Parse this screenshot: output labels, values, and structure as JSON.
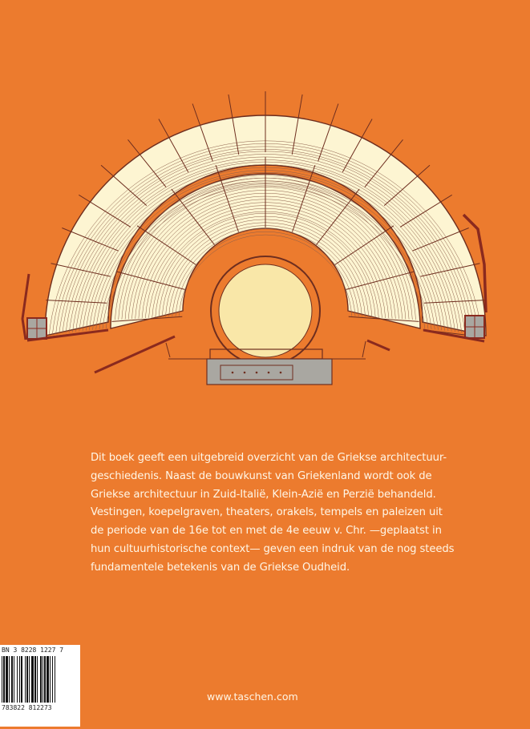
{
  "blurb": {
    "lines": [
      "Dit boek geeft een uitgebreid overzicht van de Griekse architectuur-",
      "geschiedenis. Naast de bouwkunst van Griekenland wordt ook de",
      "Griekse architectuur in Zuid-Italië, Klein-Azië en Perzië behandeld.",
      "Vestingen, koepelgraven, theaters, orakels, tempels en paleizen uit",
      "de periode van de 16e tot en met de 4e eeuw v. Chr. —geplaatst in",
      "hun cultuurhistorische context— geven een indruk van de nog steeds",
      "fundamentele betekenis van de Griekse Oudheid."
    ]
  },
  "barcode": {
    "isbn_text": "BN 3 8228 1227 7",
    "digits": "783822 812273"
  },
  "publisher_url": "www.taschen.com",
  "colors": {
    "background": "#ec7b2e",
    "seats": "#fdf5d2",
    "orchestra": "#f9e7a8",
    "lines": "#6e2e1f",
    "stage": "#a9a7a1",
    "wall": "#8a2a1e"
  }
}
